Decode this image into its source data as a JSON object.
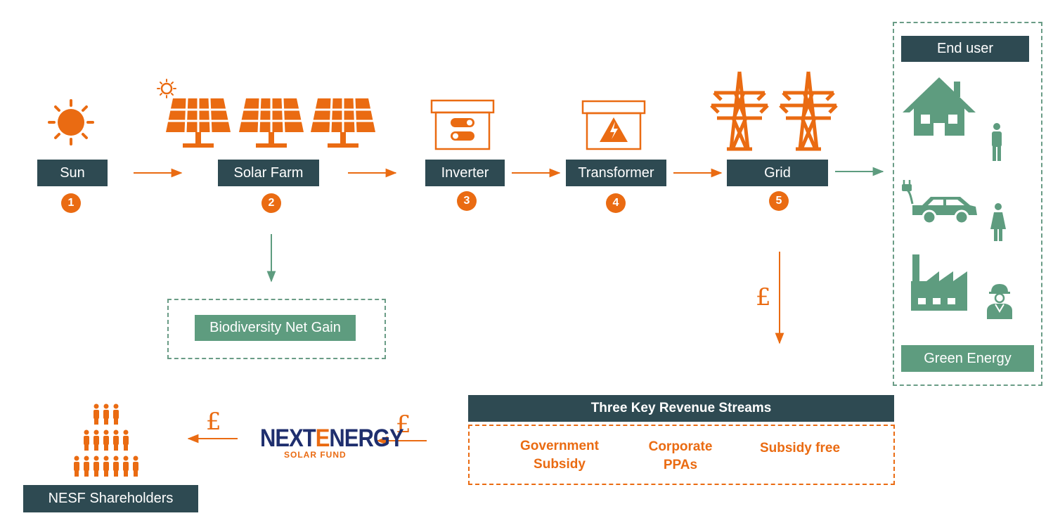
{
  "flow": {
    "sun": {
      "label": "Sun",
      "number": "1",
      "icon": "sun-icon"
    },
    "solar_farm": {
      "label": "Solar Farm",
      "number": "2",
      "icon": "solar-panel-icon"
    },
    "inverter": {
      "label": "Inverter",
      "number": "3",
      "icon": "inverter-icon"
    },
    "transformer": {
      "label": "Transformer",
      "number": "4",
      "icon": "transformer-icon"
    },
    "grid": {
      "label": "Grid",
      "number": "5",
      "icon": "pylon-icon"
    }
  },
  "biodiversity": {
    "label": "Biodiversity Net Gain"
  },
  "end_user": {
    "title": "End user",
    "footer": "Green Energy",
    "icons": [
      "house-icon",
      "man-icon",
      "electric-car-icon",
      "woman-icon",
      "factory-icon",
      "worker-icon"
    ]
  },
  "revenue": {
    "title": "Three Key Revenue Streams",
    "streams": [
      {
        "line1": "Government",
        "line2": "Subsidy"
      },
      {
        "line1": "Corporate",
        "line2": "PPAs"
      },
      {
        "line1": "Subsidy free",
        "line2": ""
      }
    ]
  },
  "money": {
    "symbol": "£"
  },
  "logo": {
    "part1": "NEXT",
    "part2": "E",
    "part3": "NERGY",
    "tagline": "SOLAR FUND"
  },
  "shareholders": {
    "label": "NESF Shareholders",
    "icon": "people-pyramid-icon"
  },
  "colors": {
    "orange": "#ea6b12",
    "dark": "#2e4a52",
    "green": "#5e9c7f",
    "navy": "#1f2f6e"
  }
}
